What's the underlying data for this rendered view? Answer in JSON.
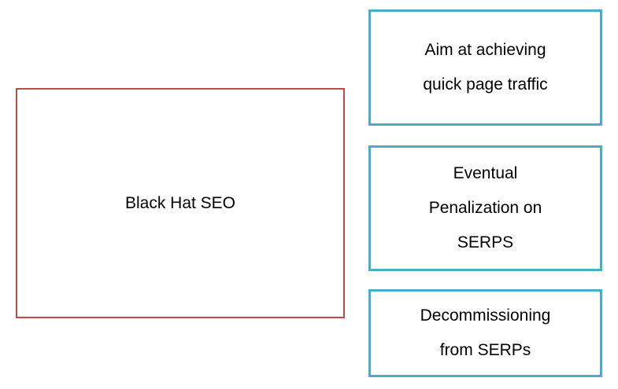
{
  "diagram": {
    "main_box": {
      "label": "Black Hat SEO"
    },
    "items": [
      {
        "lines": [
          "Aim at achieving",
          "quick page traffic"
        ]
      },
      {
        "lines": [
          "Eventual",
          "Penalization on",
          "SERPS"
        ]
      },
      {
        "lines": [
          "Decommissioning",
          "from SERPs"
        ]
      }
    ],
    "colors": {
      "main_border": "#be4b48",
      "item_border": "#4aacc5",
      "text": "#000000",
      "background": "#ffffff"
    }
  }
}
